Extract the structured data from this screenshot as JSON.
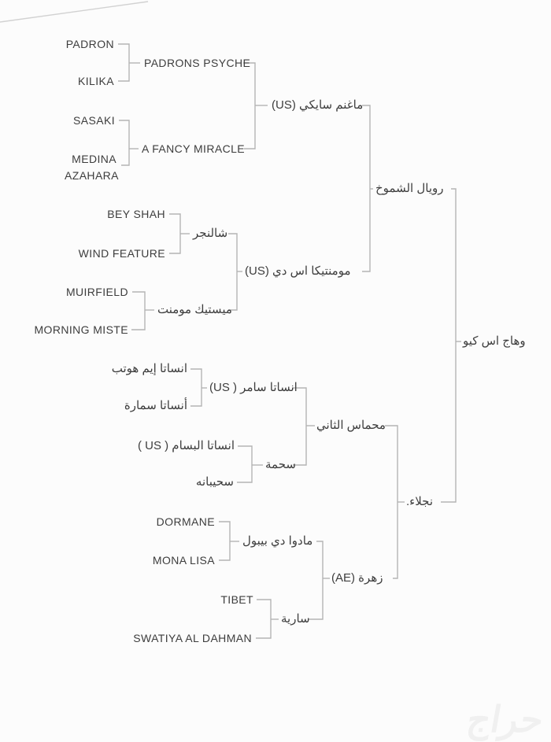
{
  "pedigree": {
    "subject": "وهاج اس كيو",
    "generation1": [
      "رويال الشموخ",
      "نجلاء."
    ],
    "generation2": [
      "ماغنم سايكي (US)",
      "مومنتيكا اس دي (US)",
      "محماس الثاني",
      "زهرة (AE)"
    ],
    "generation3": [
      "PADRONS PSYCHE",
      "A FANCY MIRACLE",
      "شالنجر",
      "ميستيك مومنت",
      "انساتا سامر ( US)",
      "سحمة",
      "مادوا دي بيبول",
      "سارية"
    ],
    "generation4": [
      "PADRON",
      "KILIKA",
      "SASAKI",
      "MEDINA AZAHARA",
      "BEY SHAH",
      "WIND FEATURE",
      "MUIRFIELD",
      "MORNING MISTE",
      "انساتا إيم هوتب",
      "أنساتا سمارة",
      "انساتا البسام ( US )",
      "سحيبانه",
      "DORMANE",
      "MONA LISA",
      "TIBET",
      "SWATIYA AL DAHMAN"
    ]
  },
  "colors": {
    "text": "#3d3d3d",
    "line": "#b4b4b4",
    "background": "#fcfcfc",
    "watermark": "#f0f0f0"
  },
  "watermark": "حراج"
}
